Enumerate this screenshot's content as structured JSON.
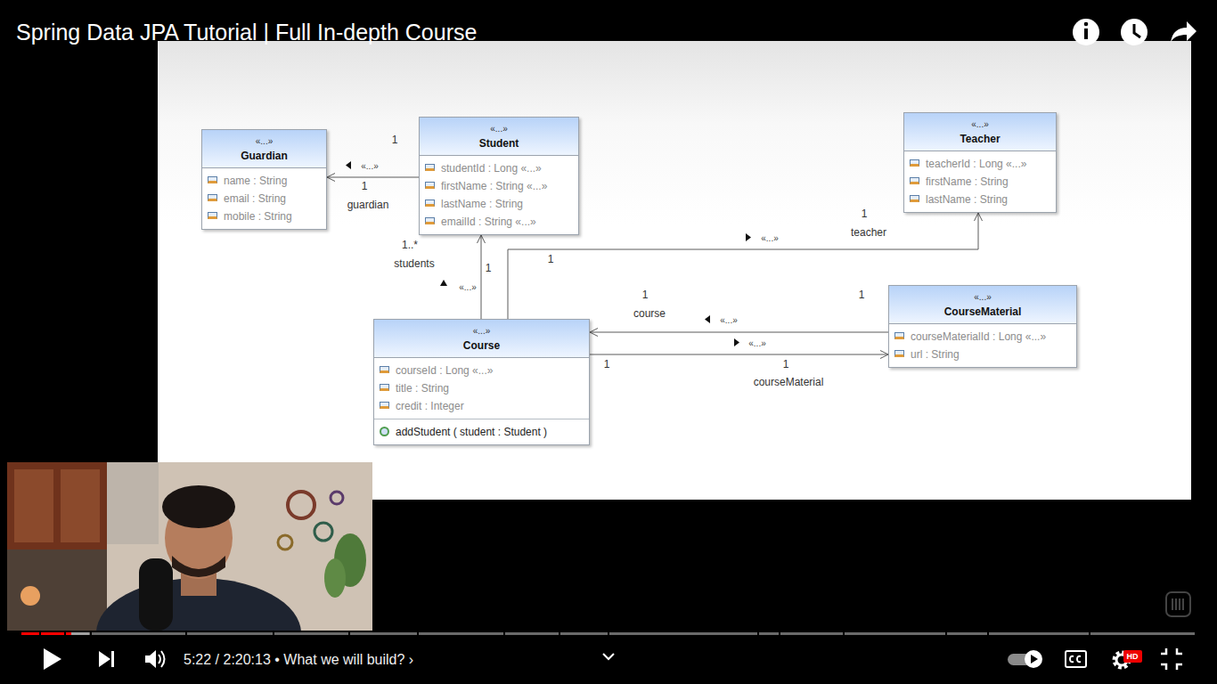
{
  "diagram": {
    "title": "Spring Data JPA Tutorial | Full In-depth Course",
    "nodes": [
      {
        "text": [
          "«...»",
          "Guardian",
          "name : String",
          "email : String",
          "mobile : String"
        ]
      },
      {
        "text": [
          "«...»",
          "Student",
          "studentId : Long «...»",
          "firstName : String «...»",
          "lastName : String",
          "emailId : String «...»"
        ]
      },
      {
        "text": [
          "«...»",
          "Teacher",
          "teacherId : Long «...»",
          "firstName : String",
          "lastName : String"
        ]
      },
      {
        "text": [
          "«...»",
          "Course",
          "courseId : Long «...»",
          "title : String",
          "credit : Integer",
          "addStudent ( student : Student )"
        ]
      },
      {
        "text": [
          "«...»",
          "CourseMaterial",
          "courseMaterialId : Long «...»",
          "url : String"
        ]
      }
    ],
    "edges": [
      {
        "from": 1,
        "to": 0,
        "arrow": "to",
        "label": "«...»"
      },
      {
        "from": 3,
        "to": 1,
        "arrow": "to",
        "label": "«...»"
      },
      {
        "from": 3,
        "to": 2,
        "arrow": "to",
        "label": "«...»"
      },
      {
        "from": 4,
        "to": 3,
        "arrow": "to",
        "label": "«...»"
      },
      {
        "from": 3,
        "to": 4,
        "arrow": "to",
        "label": "«...»"
      }
    ],
    "labels": [
      "1",
      "1",
      "guardian",
      "1..*",
      "students",
      "1",
      "1",
      "1",
      "teacher",
      "1",
      "course",
      "1",
      "1",
      "1",
      "courseMaterial",
      "5:22 / 2:20:13 • What we will build? ›",
      "HD"
    ]
  }
}
